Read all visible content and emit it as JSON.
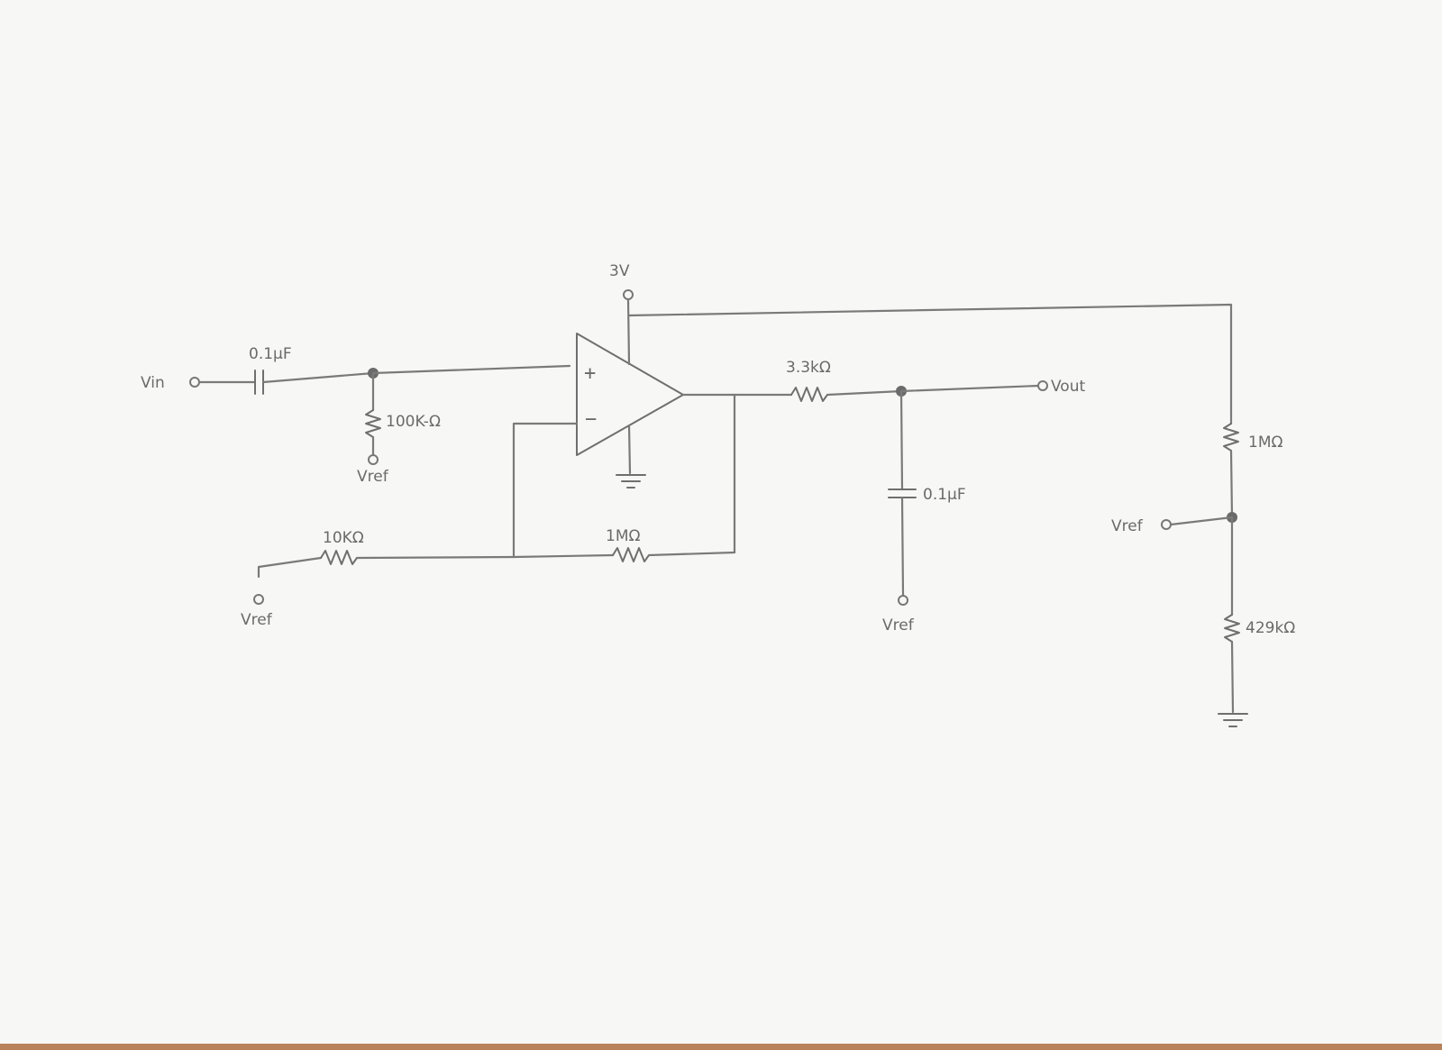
{
  "labels": {
    "vin": "Vin",
    "c_in": "0.1μF",
    "r_bias": "100K-Ω",
    "vref_bias": "Vref",
    "supply": "3V",
    "plus": "+",
    "minus": "−",
    "r_filter": "3.3kΩ",
    "vout": "Vout",
    "c_filter": "0.1μF",
    "vref_filter": "Vref",
    "r_gain_in": "10KΩ",
    "r_feedback": "1MΩ",
    "vref_gain": "Vref",
    "r_div_top": "1MΩ",
    "vref_div": "Vref",
    "r_div_bottom": "429kΩ"
  }
}
